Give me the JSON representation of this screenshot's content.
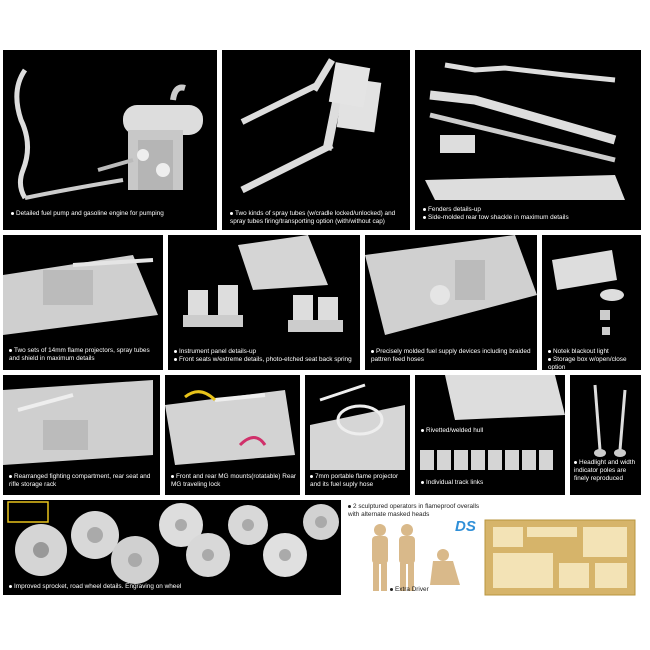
{
  "captions": {
    "engine": "Detailed fuel pump and gasoline engine for pumping",
    "spray_tubes": "Two kinds of spray tubes (w/cradle locked/unlocked) and spray tubes firing/transporting option (with/without cap)",
    "fenders_1": "Fenders details-up",
    "fenders_2": "Side-molded rear tow shackle in maximum details",
    "projectors": "Two sets of 14mm flame projectors, spray tubes and shield in maximum details",
    "seats_1": "Instrument panel details-up",
    "seats_2": "Front seats w/extreme details, photo-etched seat back spring",
    "fuel_supply": "Precisely molded fuel supply devices including braided pattren feed hoses",
    "notek_1": "Notek blackout light",
    "notek_2": "Storage box w/open/close option",
    "fighting_comp": "Rearranged fighting compartment, rear seat and rifle storage rack",
    "mg_mounts": "Front and rear MG mounts(rotatable) Rear MG traveling lock",
    "flame_7mm": "7mm portable flame projector and its fuel suply hose",
    "hull": "Rivetted/welded hull",
    "track": "Individual track links",
    "headlight": "Headlight and width indicator poles are finely reproduced",
    "wheels": "Improved sprocket, road wheel details. Engraving on wheel",
    "operators": "2 sculptured operators in flameproof overalls with alternate masked heads",
    "driver": "Extra Driver",
    "ds_logo": "DS"
  },
  "colors": {
    "panel": "#000000",
    "part": "#d8d8d8",
    "figure": "#d9b98a",
    "etch": "#d6b46a",
    "accent_yellow": "#e8c31a",
    "accent_pink": "#d0306a",
    "ds_blue": "#2f8fd8"
  }
}
